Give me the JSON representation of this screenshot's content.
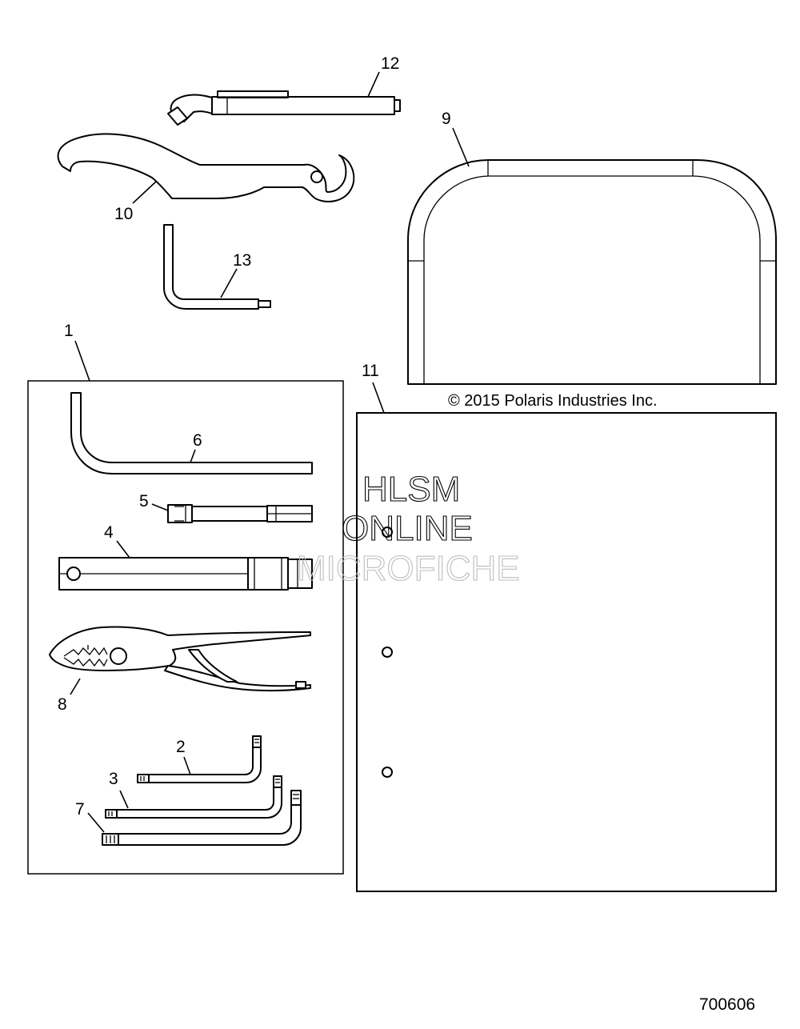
{
  "callouts": {
    "c1": "1",
    "c2": "2",
    "c3": "3",
    "c4": "4",
    "c5": "5",
    "c6": "6",
    "c7": "7",
    "c8": "8",
    "c9": "9",
    "c10": "10",
    "c11": "11",
    "c12": "12",
    "c13": "13"
  },
  "copyright": "© 2015 Polaris Industries Inc.",
  "watermark": {
    "line1": "HLSM",
    "line2": "ONLINE",
    "line3": "MICROFICHE"
  },
  "document_number": "700606"
}
